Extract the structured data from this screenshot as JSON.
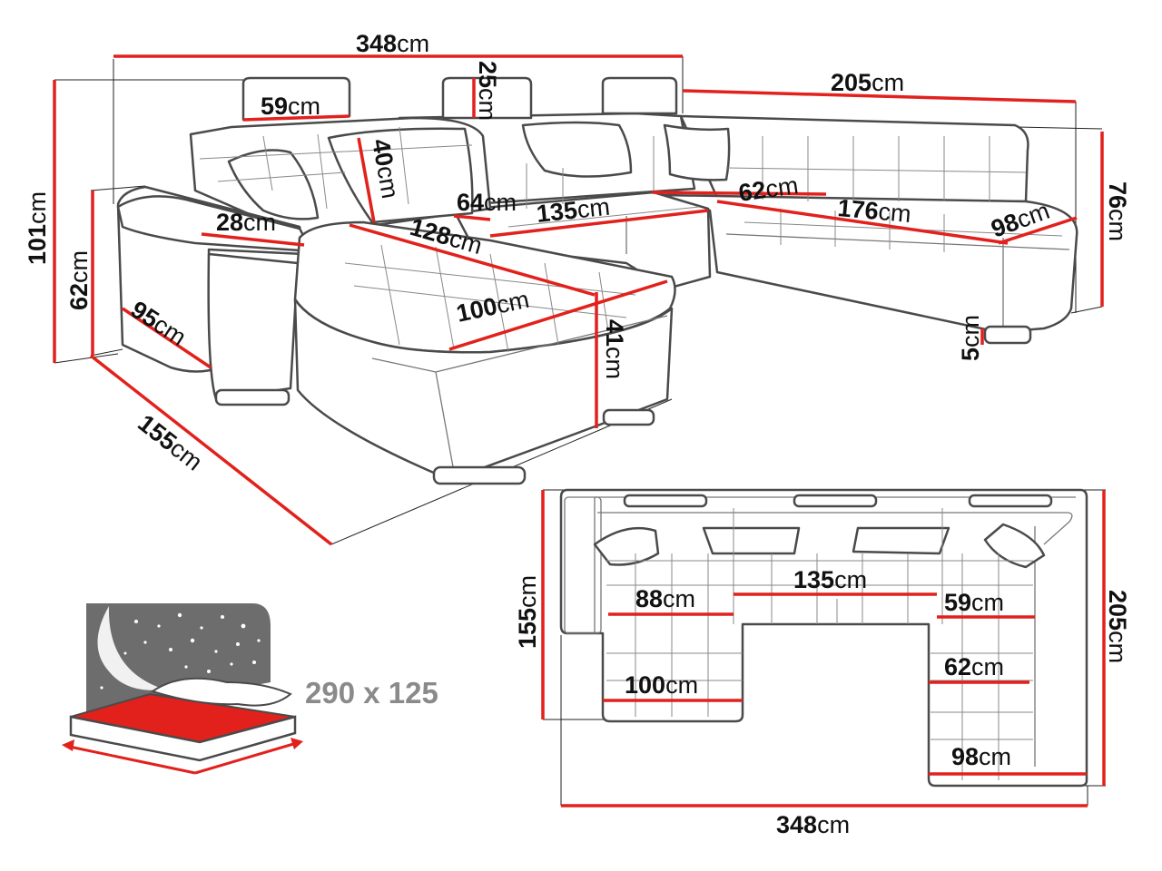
{
  "colors": {
    "dimension_line": "#e2211c",
    "outline": "#4a4a4a",
    "bed_mattress": "#e2211c",
    "night_panel": "#6d6d6d",
    "bed_size_text": "#8a8a8a"
  },
  "perspective_view": {
    "dims": [
      {
        "num": "348",
        "unit": "cm"
      },
      {
        "num": "205",
        "unit": "cm"
      },
      {
        "num": "25",
        "unit": "cm"
      },
      {
        "num": "59",
        "unit": "cm"
      },
      {
        "num": "40",
        "unit": "cm"
      },
      {
        "num": "101",
        "unit": "cm"
      },
      {
        "num": "62",
        "unit": "cm"
      },
      {
        "num": "28",
        "unit": "cm"
      },
      {
        "num": "128",
        "unit": "cm"
      },
      {
        "num": "64",
        "unit": "cm"
      },
      {
        "num": "135",
        "unit": "cm"
      },
      {
        "num": "62",
        "unit": "cm"
      },
      {
        "num": "176",
        "unit": "cm"
      },
      {
        "num": "98",
        "unit": "cm"
      },
      {
        "num": "76",
        "unit": "cm"
      },
      {
        "num": "95",
        "unit": "cm"
      },
      {
        "num": "100",
        "unit": "cm"
      },
      {
        "num": "41",
        "unit": "cm"
      },
      {
        "num": "155",
        "unit": "cm"
      },
      {
        "num": "5",
        "unit": "cm"
      }
    ]
  },
  "top_view": {
    "dims": [
      {
        "num": "135",
        "unit": "cm"
      },
      {
        "num": "88",
        "unit": "cm"
      },
      {
        "num": "59",
        "unit": "cm"
      },
      {
        "num": "62",
        "unit": "cm"
      },
      {
        "num": "100",
        "unit": "cm"
      },
      {
        "num": "98",
        "unit": "cm"
      },
      {
        "num": "155",
        "unit": "cm"
      },
      {
        "num": "205",
        "unit": "cm"
      },
      {
        "num": "348",
        "unit": "cm"
      }
    ]
  },
  "bed_function": {
    "size_text": "290 x 125",
    "icon": "bed-with-pillows-and-starry-night-icon"
  }
}
